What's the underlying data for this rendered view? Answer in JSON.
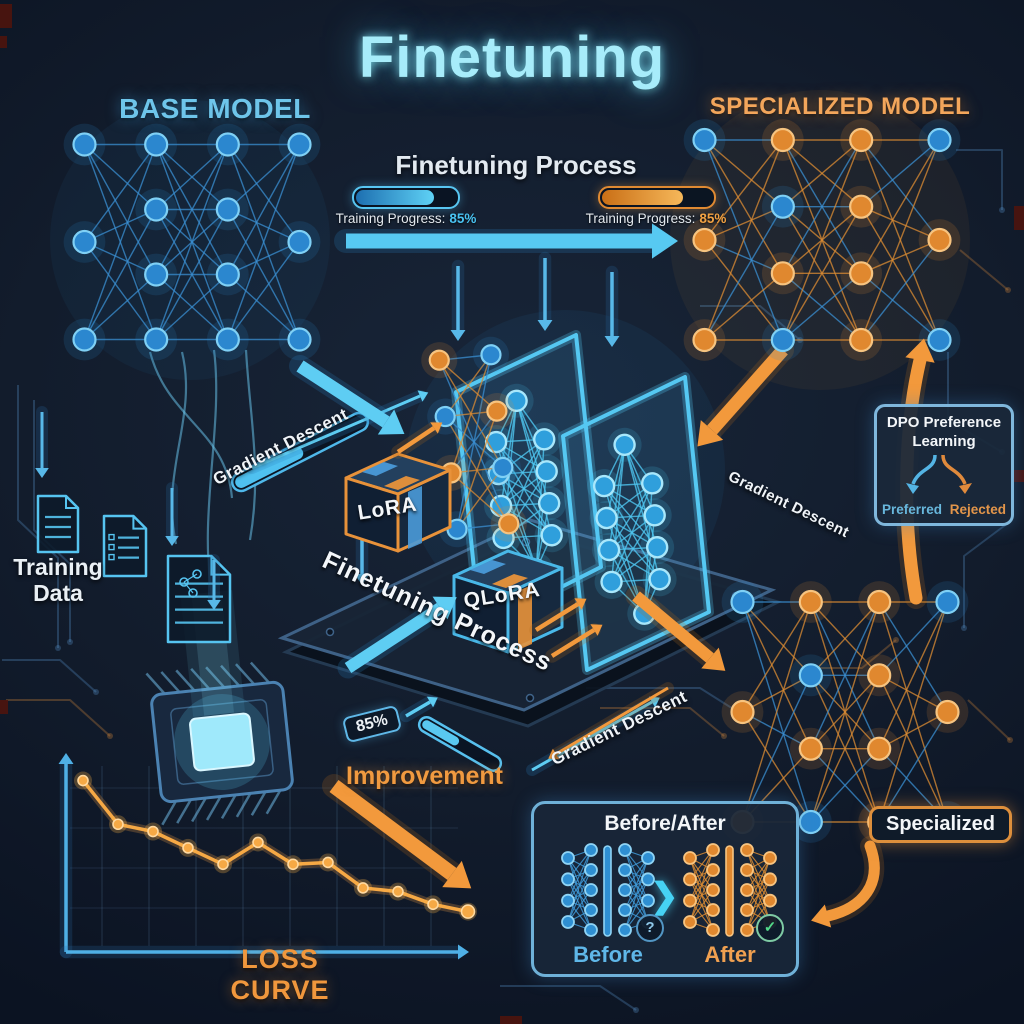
{
  "title": "Finetuning",
  "header": {
    "base_model": "BASE MODEL",
    "specialized_model": "SPECIALIZED MODEL"
  },
  "process": {
    "title": "Finetuning Process",
    "bars": [
      {
        "name": "blue",
        "label": "Training Progress:",
        "value": "85%",
        "fill_pct": 78
      },
      {
        "name": "orange",
        "label": "Training Progress:",
        "value": "85%",
        "fill_pct": 74
      }
    ]
  },
  "labels": {
    "gradient_descent_left": "Gradient Descent",
    "gradient_descent_right": "Gradient Descent",
    "gradient_descent_bottom": "Gradient Descent",
    "lora": "LoRA",
    "qlora": "QLoRA",
    "platform_process": "Finetuning Process",
    "training_data": "Training\nData",
    "improvement": "Improvement",
    "accuracy_badge": "85%",
    "loss_curve": "LOSS CURVE",
    "specialized_tag": "Specialized"
  },
  "dpo": {
    "title": "DPO Preference\nLearning",
    "preferred": "Preferred",
    "rejected": "Rejected"
  },
  "before_after": {
    "title": "Before/After",
    "before": "Before",
    "after": "After",
    "chevron": "❯",
    "question": "?",
    "check": "✓"
  },
  "colors": {
    "background": "#121c2c",
    "cyan_glow": "#8ae6f8",
    "blue": "#3b9ddc",
    "orange": "#f19b3f",
    "white_text": "#e9eef4",
    "panel_border_blue": "#7fb7dc",
    "panel_border_orange": "#dd8f3c",
    "green_check": "#52d98a"
  },
  "chart_data": {
    "type": "line",
    "title": "LOSS CURVE",
    "x": [
      1,
      2,
      3,
      4,
      5,
      6,
      7,
      8,
      9,
      10,
      11,
      12
    ],
    "values": [
      0.92,
      0.68,
      0.64,
      0.55,
      0.46,
      0.58,
      0.46,
      0.47,
      0.33,
      0.31,
      0.24,
      0.2
    ],
    "xlabel": "",
    "ylabel": "",
    "ylim": [
      0,
      1
    ],
    "grid": true,
    "legend": false,
    "line_color": "#f5a142"
  },
  "networks": {
    "base": {
      "layers": [
        3,
        4,
        4,
        3
      ],
      "scheme": "blue"
    },
    "specialized": {
      "layers": [
        3,
        4,
        4,
        3
      ],
      "scheme": "mixed"
    },
    "candidate": {
      "layers": [
        3,
        4,
        4,
        3
      ],
      "scheme": "mixed"
    },
    "adapter": {
      "layers": [
        4,
        4
      ],
      "scheme": "duo"
    }
  }
}
